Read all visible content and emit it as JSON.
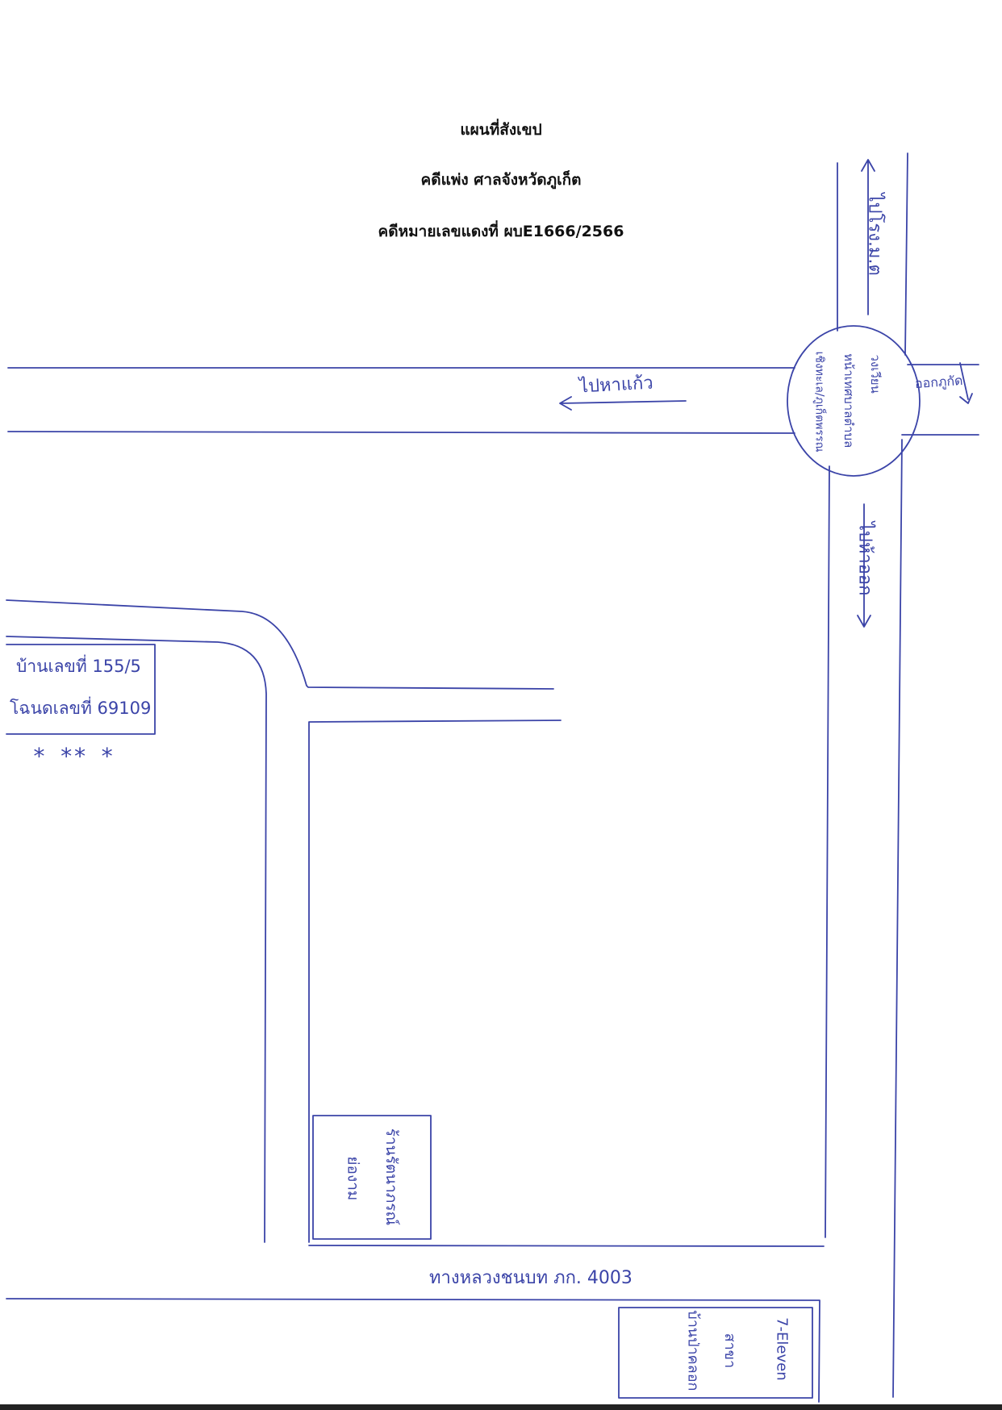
{
  "header": {
    "title": "แผนที่สังเขป",
    "case_line": "คดีแพ่ง ศาลจังหวัดภูเก็ต",
    "case_number": "คดีหมายเลขแดงที่ ผบE1666/2566"
  },
  "labels": {
    "to_top": "ไปโรง.ม.ต",
    "to_left": "ไปหาแก้ว",
    "to_right": "ออกภูกัด",
    "to_bottom": "ไปห้าออก",
    "roundabout_1": "วงเวียน",
    "roundabout_2": "หน้าเทศบาลตำบล",
    "roundabout_3": "เชิงทะเล/ภูเก็ตพรรณ",
    "house_no": "บ้านเลขที่ 155/5",
    "land_no": "โฉนดเลขที่ 69109",
    "asterisks": "* ** *",
    "shop_1": "ร้านรัตนาภรณ์",
    "shop_2": "ย่องาม",
    "highway": "ทางหลวงชนบท ภก. 4003",
    "seven_1": "7-Eleven",
    "seven_2": "สาขา",
    "seven_3": "บ้านป่าคลอก"
  },
  "colors": {
    "ink": "#3b44a8",
    "text": "#111111"
  }
}
